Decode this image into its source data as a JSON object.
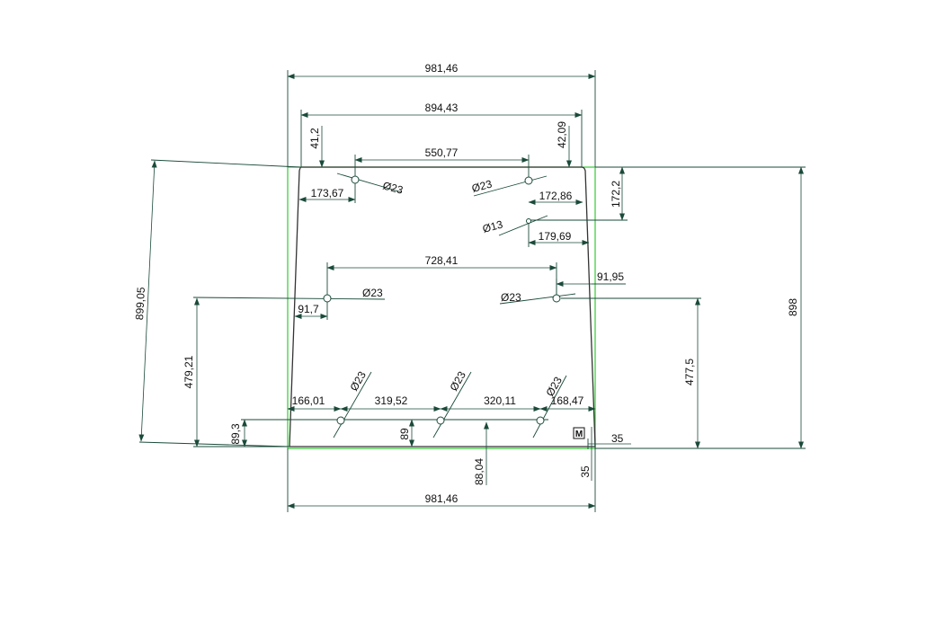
{
  "drawing": {
    "dimensions": {
      "overall_width_top": "981,46",
      "overall_width_bottom": "981,46",
      "top_edge_width": "894,43",
      "left_offset_top": "41,2",
      "right_offset_top": "42,09",
      "top_holes_spacing": "550,77",
      "top_left_hole_x": "173,67",
      "top_right_hole_x": "172,86",
      "right_small_hole_y": "172,2",
      "right_small_hole_x": "179,69",
      "mid_holes_spacing": "728,41",
      "mid_left_hole_x": "91,7",
      "mid_right_hole_x": "91,95",
      "left_diagonal_height": "899,05",
      "mid_left_hole_height": "479,21",
      "mid_right_hole_height": "477,5",
      "total_height": "898",
      "bottom_left_hole_x": "166,01",
      "bottom_spacing_1": "319,52",
      "bottom_spacing_2": "320,11",
      "bottom_right_hole_x": "168,47",
      "bottom_left_hole_height": "89,3",
      "bottom_mid_hole_height": "89",
      "bottom_right_hole_height": "88,04",
      "right_margin_bottom": "35",
      "bottom_margin_right": "35"
    },
    "holes": {
      "d23": "Ø23",
      "d13": "Ø13"
    },
    "marker": "M"
  }
}
